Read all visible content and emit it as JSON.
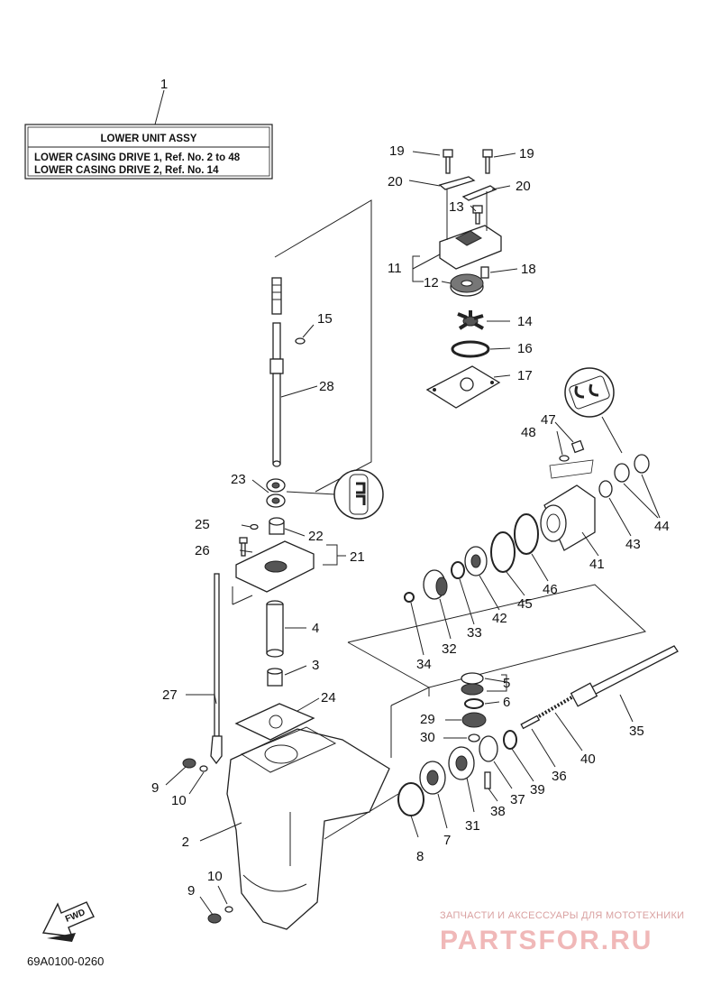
{
  "title_box": {
    "ref_number": "1",
    "heading": "LOWER UNIT ASSY",
    "line1": "LOWER CASING DRIVE 1, Ref. No. 2 to 48",
    "line2": "LOWER CASING DRIVE 2, Ref. No. 14"
  },
  "callouts": {
    "c1": "1",
    "c2": "2",
    "c3": "3",
    "c4": "4",
    "c5": "5",
    "c6": "6",
    "c7": "7",
    "c8": "8",
    "c9a": "9",
    "c9b": "9",
    "c10a": "10",
    "c10b": "10",
    "c11": "11",
    "c12": "12",
    "c13": "13",
    "c14": "14",
    "c15": "15",
    "c16": "16",
    "c17": "17",
    "c18": "18",
    "c19a": "19",
    "c19b": "19",
    "c20a": "20",
    "c20b": "20",
    "c21": "21",
    "c22": "22",
    "c23": "23",
    "c24": "24",
    "c25": "25",
    "c26": "26",
    "c27": "27",
    "c28": "28",
    "c29": "29",
    "c30": "30",
    "c31": "31",
    "c32": "32",
    "c33": "33",
    "c34": "34",
    "c35": "35",
    "c36": "36",
    "c37": "37",
    "c38": "38",
    "c39": "39",
    "c40": "40",
    "c41": "41",
    "c42": "42",
    "c43": "43",
    "c44": "44",
    "c45": "45",
    "c46": "46",
    "c47": "47",
    "c48": "48"
  },
  "fwd_arrow": "FWD",
  "diagram_code": "69A0100-0260",
  "watermark": {
    "tagline": "ЗАПЧАСТИ И АКСЕССУАРЫ ДЛЯ МОТОТЕХНИКИ",
    "brand": "PARTSFOR.RU"
  },
  "icons": [
    "grease-icon",
    "sealant-icon",
    "fwd-arrow-icon"
  ]
}
